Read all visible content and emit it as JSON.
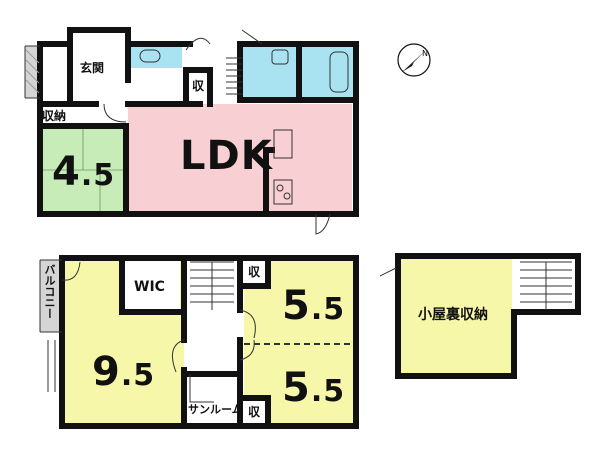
{
  "floor1": {
    "entrance": "玄関",
    "storage": "収納",
    "closet": "収",
    "ldk": "LDK",
    "room_45_int": "4",
    "room_45_dec": ".5"
  },
  "floor2": {
    "wic": "WIC",
    "balcony": "バルコニー",
    "sunroom": "サンルーム",
    "closet_top": "収",
    "closet_bottom": "収",
    "room_95_int": "9",
    "room_95_dec": ".5",
    "room_55a_int": "5",
    "room_55a_dec": ".5",
    "room_55b_int": "5",
    "room_55b_dec": ".5"
  },
  "attic": {
    "label": "小屋裏収納"
  },
  "colors": {
    "wall": "#111111",
    "ldk_floor": "#f8cfd3",
    "tatami": "#c7ecb8",
    "bedroom": "#f6f7a8",
    "wet_area": "#a9e3f2",
    "balcony": "#d5d5d5"
  }
}
